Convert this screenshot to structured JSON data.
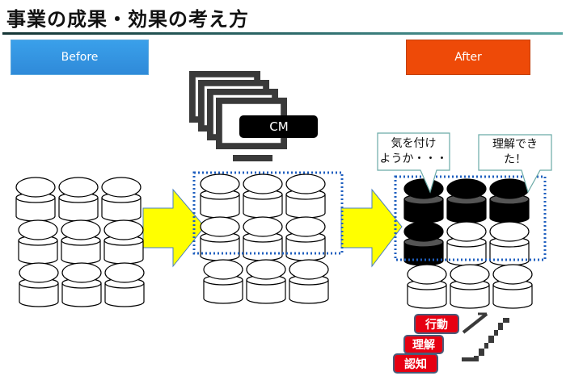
{
  "title": "事業の成果・効果の考え方",
  "phases": {
    "before": {
      "label": "Before",
      "color": "#3399e6"
    },
    "after": {
      "label": "After",
      "color": "#ee4a08"
    }
  },
  "cm_label": "CM",
  "monitor_count": 4,
  "groups": [
    {
      "name": "before-audience",
      "rows": 3,
      "cols": 3,
      "filled": 0
    },
    {
      "name": "cm-exposed-audience",
      "rows": 3,
      "cols": 3,
      "filled": 0,
      "highlighted_rows": 2
    },
    {
      "name": "after-audience",
      "rows": 3,
      "cols": 3,
      "filled": 4,
      "highlighted_rows": 2
    }
  ],
  "speech_bubbles": [
    {
      "lines": [
        "気を付け",
        "ようか・・・"
      ]
    },
    {
      "lines": [
        "理解でき",
        "た！"
      ]
    }
  ],
  "stages": [
    "行動",
    "理解",
    "認知"
  ],
  "colors": {
    "arrow_fill": "#ffff00",
    "highlight_border": "#1f5fbf",
    "stage_tag": "#e60012",
    "filled_person": "#000000"
  }
}
